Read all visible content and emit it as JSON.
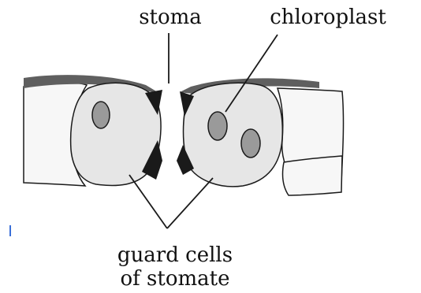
{
  "labels": {
    "stoma": "stoma",
    "chloroplast": "chloroplast",
    "guard_cells_line1": "guard cells",
    "guard_cells_line2": "of stomate"
  },
  "colors": {
    "outline": "#1a1a1a",
    "guard_cell_fill": "#e6e6e6",
    "chloroplast_fill": "#9a9a9a",
    "epidermis_fill": "#f7f7f7",
    "cuticle": "#5f5f5f",
    "thickening": "#1a1a1a",
    "margin_mark": "#3a6fd8"
  }
}
